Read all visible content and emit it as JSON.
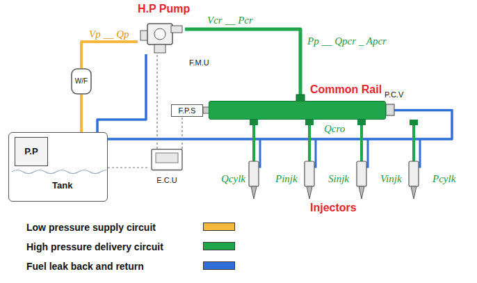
{
  "diagram": {
    "nodes": [
      {
        "text": [
          "Tank"
        ]
      },
      {
        "text": [
          "P.P"
        ],
        "in": 0
      },
      {
        "text": [
          "W/F"
        ]
      },
      {
        "text": [
          "H.P Pump"
        ]
      },
      {
        "text": [
          "F.P.S"
        ]
      },
      {
        "text": [
          "Common Rail"
        ]
      },
      {
        "text": [
          "E.C.U"
        ]
      }
    ],
    "edges": [
      {
        "from": 1,
        "to": 2,
        "arrow": "none"
      },
      {
        "from": 2,
        "to": 3,
        "arrow": "none"
      },
      {
        "from": 3,
        "to": 5,
        "arrow": "none"
      },
      {
        "from": 3,
        "to": 0,
        "arrow": "none"
      },
      {
        "from": 5,
        "to": 0,
        "arrow": "none"
      },
      {
        "from": 6,
        "to": 4,
        "arrow": "none"
      },
      {
        "from": 6,
        "to": 3,
        "arrow": "none"
      },
      {
        "from": 6,
        "to": 0,
        "arrow": "none"
      }
    ],
    "labels": [
      "Vp __ Qp",
      "Vcr __ Pcr",
      "Pp __ Qpcr _ Apcr",
      "F.M.U",
      "P.C.V",
      "Qcro",
      "Qcylk",
      "Pinjk",
      "Sinjk",
      "Vinjk",
      "Pcylk",
      "Injectors"
    ],
    "legend": [
      {
        "text": "Low pressure supply circuit",
        "color": "#f6b83c"
      },
      {
        "text": "High pressure delivery circuit",
        "color": "#1fa64a"
      },
      {
        "text": "Fuel leak back and return",
        "color": "#2e6fd8"
      }
    ]
  }
}
